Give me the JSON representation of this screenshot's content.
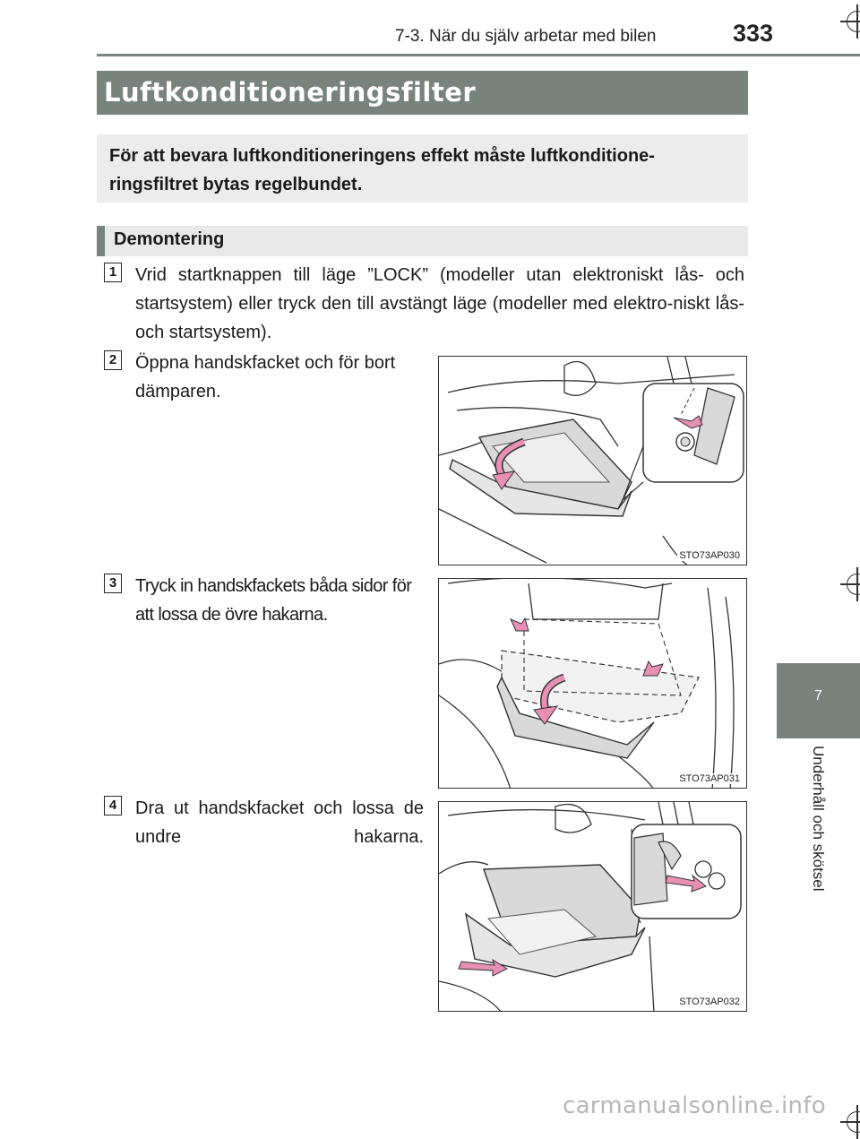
{
  "header": {
    "section": "7-3. När du själv arbetar med bilen",
    "page_number": "333"
  },
  "title": "Luftkonditioneringsfilter",
  "intro": "För att bevara luftkonditioneringens effekt måste luftkonditione-ringsfiltret bytas regelbundet.",
  "subheading": "Demontering",
  "steps": [
    {
      "number": "1",
      "text": "Vrid startknappen till läge ”LOCK” (modeller utan elektroniskt lås- och startsystem) eller tryck den till avstängt läge (modeller med elektro-niskt lås- och startsystem)."
    },
    {
      "number": "2",
      "text": "Öppna handskfacket och för bort dämparen."
    },
    {
      "number": "3",
      "text": "Tryck in handskfackets båda sidor för att lossa de övre hakarna."
    },
    {
      "number": "4",
      "text": "Dra ut handskfacket och lossa de undre hakarna."
    }
  ],
  "figures": [
    {
      "code": "STO73AP030"
    },
    {
      "code": "STO73AP031"
    },
    {
      "code": "STO73AP032"
    }
  ],
  "side_tab": {
    "chapter_number": "7",
    "chapter_label": "Underhåll och skötsel"
  },
  "watermark": "carmanualsonline.info",
  "colors": {
    "accent_gray": "#79837e",
    "arrow_pink": "#e88fb4",
    "shade": "#d9d9d9"
  }
}
